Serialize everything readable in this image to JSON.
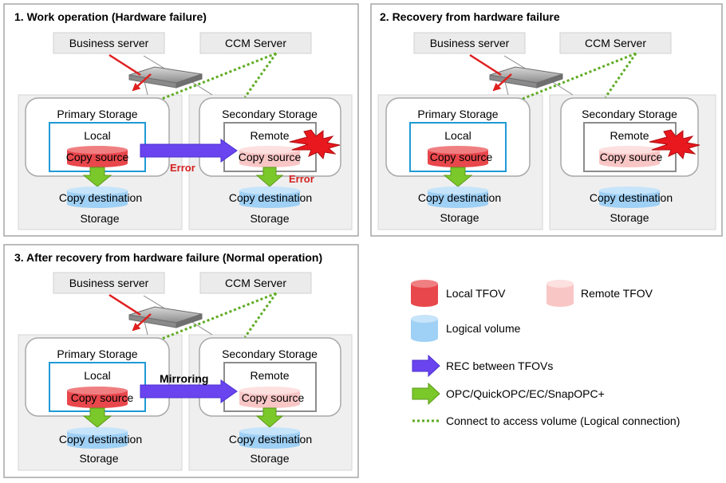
{
  "panels": [
    {
      "title": "1. Work operation (Hardware failure)",
      "business_server": "Business server",
      "ccm_server": "CCM Server",
      "primary_storage": "Primary Storage",
      "secondary_storage": "Secondary Storage",
      "local": "Local",
      "remote": "Remote",
      "copy_source_local": "Copy source",
      "copy_source_remote": "Copy source",
      "copy_dest_primary": "Copy destination",
      "copy_dest_secondary": "Copy destination",
      "storage_primary": "Storage",
      "storage_secondary": "Storage",
      "rec_label": "",
      "error_rec": "Error",
      "error_opc": "Error"
    },
    {
      "title": "2. Recovery from hardware failure",
      "business_server": "Business server",
      "ccm_server": "CCM Server",
      "primary_storage": "Primary Storage",
      "secondary_storage": "Secondary Storage",
      "local": "Local",
      "remote": "Remote",
      "copy_source_local": "Copy source",
      "copy_source_remote": "Copy source",
      "copy_dest_primary": "Copy destination",
      "copy_dest_secondary": "Copy destination",
      "storage_primary": "Storage",
      "storage_secondary": "Storage"
    },
    {
      "title": "3. After recovery from hardware failure (Normal operation)",
      "business_server": "Business server",
      "ccm_server": "CCM Server",
      "primary_storage": "Primary Storage",
      "secondary_storage": "Secondary Storage",
      "local": "Local",
      "remote": "Remote",
      "copy_source_local": "Copy source",
      "copy_source_remote": "Copy source",
      "copy_dest_primary": "Copy destination",
      "copy_dest_secondary": "Copy destination",
      "storage_primary": "Storage",
      "storage_secondary": "Storage",
      "rec_label": "Mirroring"
    }
  ],
  "legend": {
    "local_tfov": "Local TFOV",
    "remote_tfov": "Remote TFOV",
    "logical_volume": "Logical volume",
    "rec": "REC between TFOVs",
    "opc": "OPC/QuickOPC/EC/SnapOPC+",
    "connect": "Connect to access volume (Logical connection)"
  },
  "colors": {
    "local_tfov": "#e8474c",
    "remote_tfov": "#f9c6c6",
    "logical_volume": "#9fd0f5",
    "rec_arrow": "#6a44ee",
    "opc_arrow": "#7ac82a",
    "connect_line": "#5eab22",
    "business_line": "#e01f1f",
    "error_text": "#d42020",
    "panel_border": "#a6a6a6",
    "storage_group_fill": "#efefef",
    "local_box_border": "#1f9ad6"
  }
}
